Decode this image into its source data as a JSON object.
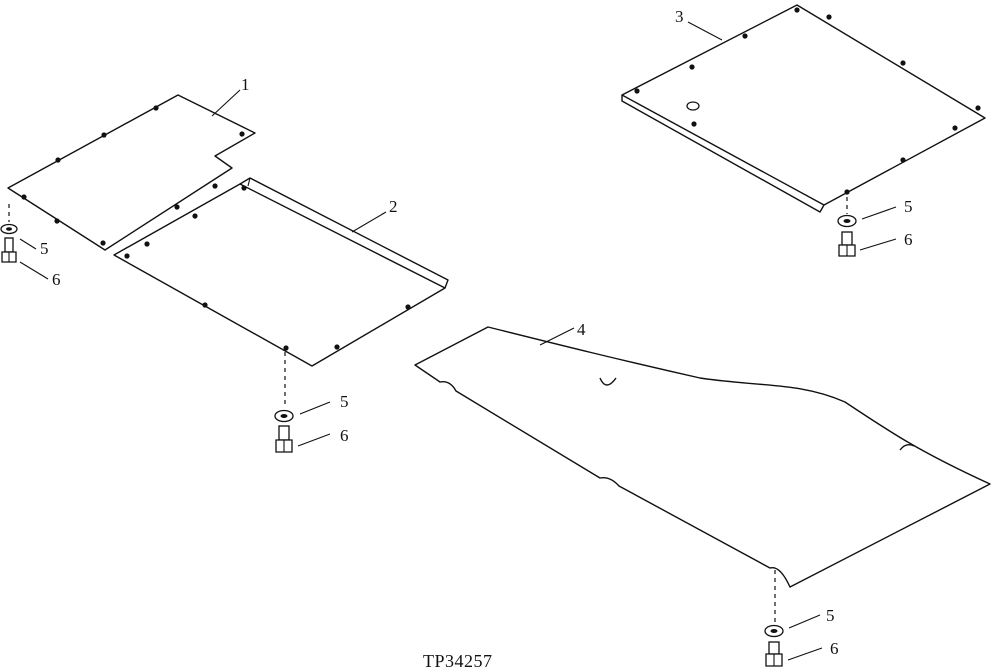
{
  "labels": {
    "part1": "1",
    "part2": "2",
    "part3": "3",
    "part4": "4",
    "washer": "5",
    "bolt": "6"
  },
  "figure_code": "TP34257",
  "colors": {
    "ink": "#111111",
    "background": "#ffffff"
  }
}
